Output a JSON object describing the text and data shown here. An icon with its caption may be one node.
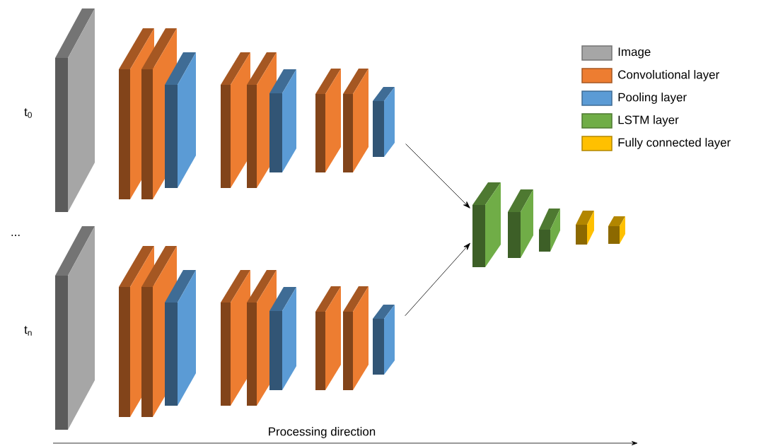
{
  "diagram": {
    "nodes": [
      {
        "text": [],
        "shape": "box"
      },
      {
        "text": [],
        "shape": "box"
      },
      {
        "text": [],
        "shape": "box"
      },
      {
        "text": [],
        "shape": "box"
      },
      {
        "text": [],
        "shape": "box"
      },
      {
        "text": [],
        "shape": "box"
      },
      {
        "text": [],
        "shape": "box"
      },
      {
        "text": [],
        "shape": "box"
      },
      {
        "text": [],
        "shape": "box"
      },
      {
        "text": [],
        "shape": "box"
      },
      {
        "text": [],
        "shape": "box"
      },
      {
        "text": [],
        "shape": "box"
      },
      {
        "text": [],
        "shape": "box"
      },
      {
        "text": [],
        "shape": "box"
      },
      {
        "text": [],
        "shape": "box"
      },
      {
        "text": [],
        "shape": "box"
      },
      {
        "text": [],
        "shape": "box"
      },
      {
        "text": [],
        "shape": "box"
      },
      {
        "text": [],
        "shape": "box"
      },
      {
        "text": [],
        "shape": "box"
      },
      {
        "text": [],
        "shape": "box"
      },
      {
        "text": [],
        "shape": "box"
      },
      {
        "text": [],
        "shape": "box"
      },
      {
        "text": [],
        "shape": "box"
      },
      {
        "text": [],
        "shape": "box"
      }
    ],
    "edges": [
      {
        "from": 9,
        "to": 20,
        "arrow": "to"
      },
      {
        "from": 19,
        "to": 20,
        "arrow": "to"
      }
    ],
    "labels": [
      "t$_{0}$",
      "...",
      "t$_{n}$",
      "Processing direction"
    ],
    "legend": [
      {
        "text": "Image",
        "color": "#a6a6a6"
      },
      {
        "text": "Convolutional layer",
        "color": "#ed7d31"
      },
      {
        "text": "Pooling layer",
        "color": "#5b9bd5"
      },
      {
        "text": "LSTM layer",
        "color": "#70ad47"
      },
      {
        "text": "Fully connected layer",
        "color": "#ffc000"
      }
    ]
  }
}
